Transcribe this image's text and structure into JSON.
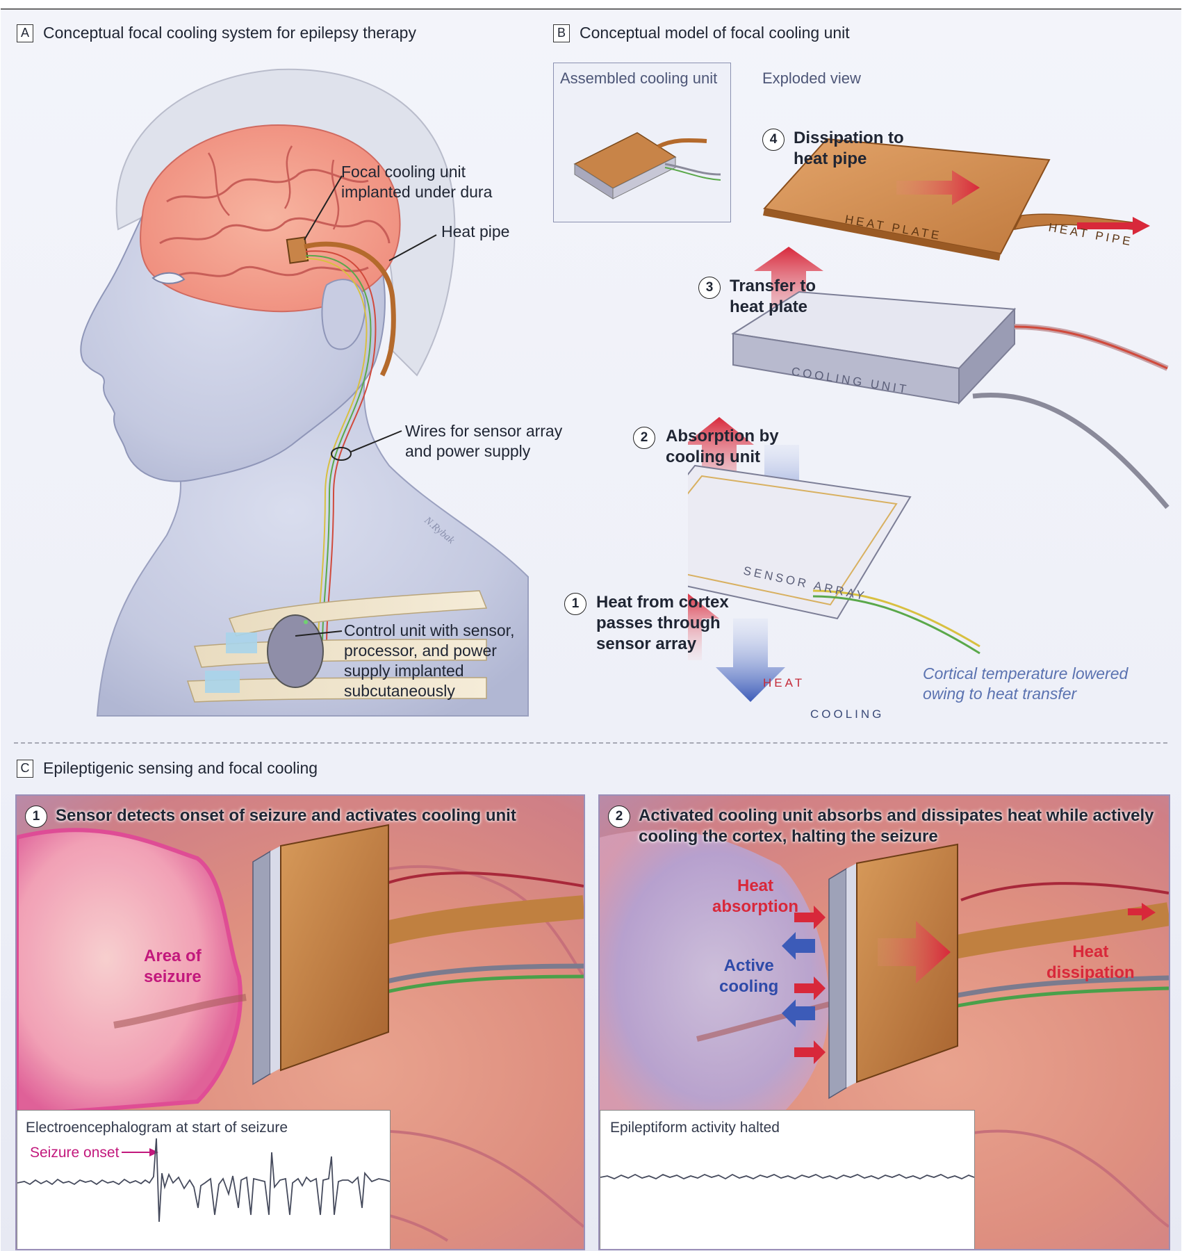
{
  "panelA": {
    "letter": "A",
    "title": "Conceptual focal cooling system for epilepsy therapy",
    "labels": {
      "focal_unit": "Focal cooling unit\nimplanted under dura",
      "heat_pipe": "Heat pipe",
      "wires": "Wires for sensor array\nand power supply",
      "control_unit": "Control unit with sensor,\nprocessor, and power\nsupply implanted\nsubcutaneously"
    }
  },
  "panelB": {
    "letter": "B",
    "title": "Conceptual model of focal cooling unit",
    "assembled_label": "Assembled cooling unit",
    "exploded_label": "Exploded view",
    "steps": [
      {
        "num": "1",
        "text": "Heat from cortex\npasses through\nsensor array"
      },
      {
        "num": "2",
        "text": "Absorption by\ncooling unit"
      },
      {
        "num": "3",
        "text": "Transfer to\nheat plate"
      },
      {
        "num": "4",
        "text": "Dissipation to\nheat pipe"
      }
    ],
    "parts": {
      "heat_plate": "HEAT PLATE",
      "heat_pipe": "HEAT PIPE",
      "cooling_unit": "COOLING UNIT",
      "sensor_array": "SENSOR ARRAY",
      "heat": "HEAT",
      "cooling": "COOLING"
    },
    "note": "Cortical temperature lowered\nowing to heat transfer"
  },
  "panelC": {
    "letter": "C",
    "title": "Epileptigenic sensing and focal cooling",
    "sub1": {
      "num": "1",
      "title": "Sensor detects onset of seizure and activates cooling unit",
      "area_label": "Area of\nseizure",
      "eeg_title": "Electroencephalogram at start of seizure",
      "onset_label": "Seizure onset"
    },
    "sub2": {
      "num": "2",
      "title": "Activated cooling unit absorbs and dissipates heat while actively\ncooling the cortex, halting the seizure",
      "heat_absorption": "Heat\nabsorption",
      "active_cooling": "Active\ncooling",
      "heat_dissipation": "Heat\ndissipation",
      "eeg_title": "Epileptiform activity halted"
    }
  },
  "colors": {
    "heat_red": "#d8283a",
    "cool_blue": "#3c5bb8",
    "seizure_magenta": "#c2187c",
    "copper": "#c88448",
    "brain_pink": "#f2a08c",
    "note_blue": "#5a72b0"
  }
}
